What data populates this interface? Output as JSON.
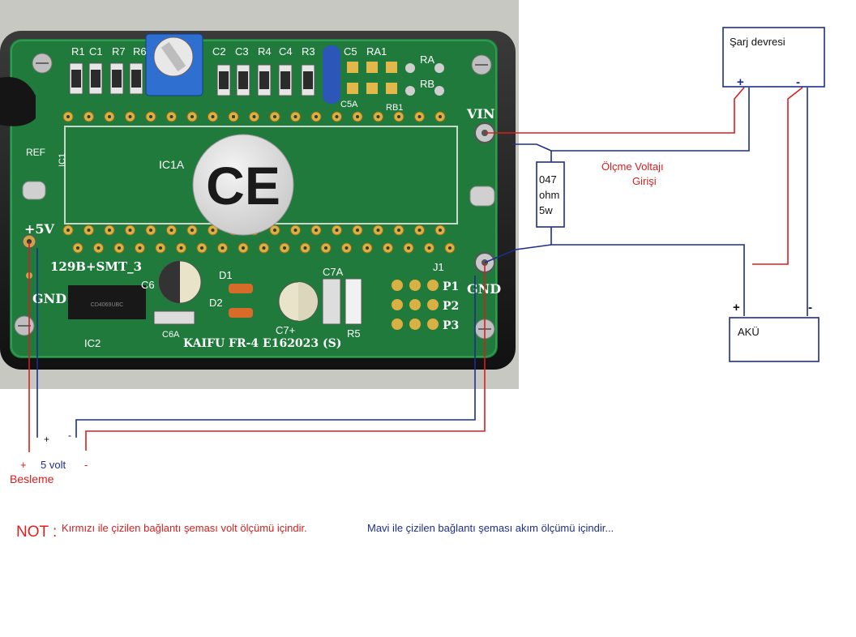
{
  "pcb": {
    "top_labels": [
      "R1",
      "C1",
      "R7",
      "R6",
      "C2",
      "C3",
      "R4",
      "C4",
      "R3",
      "C5",
      "RA1",
      "RA",
      "RB",
      "C5A",
      "RB1"
    ],
    "ic_label": "IC1A",
    "ic_side_label": "IC1",
    "ref_label": "REF",
    "vin_label": "VIN",
    "plus5v_label": "+5V",
    "gnd_left_label": "GND",
    "gnd_right_label": "GND",
    "model_label": "129B+SMT_3",
    "c6_label": "C6",
    "c6a_label": "C6A",
    "d1_label": "D1",
    "d2_label": "D2",
    "c7_label": "C7+",
    "c7a_label": "C7A",
    "r5_label": "R5",
    "ic2_label": "IC2",
    "j1_label": "J1",
    "p_labels": [
      "P1",
      "P2",
      "P3"
    ],
    "maker_label": "KAIFU  FR-4  E162023  (S)",
    "chip_text": "CD4069UBC",
    "ce_mark": "CE"
  },
  "charger": {
    "label": "Şarj devresi",
    "plus": "+",
    "minus": "-"
  },
  "resistor": {
    "line1": "047",
    "line2": "ohm",
    "line3": "5w"
  },
  "measure_label": {
    "line1": "Ölçme Voltajı",
    "line2": "Girişi"
  },
  "battery": {
    "label": "AKÜ",
    "plus": "+",
    "minus": "-"
  },
  "supply": {
    "plus_upper": "+",
    "minus_upper": "-",
    "plus_lower": "+",
    "volt": "5 volt",
    "minus_lower": "-",
    "besleme": "Besleme"
  },
  "note": {
    "prefix": "NOT :",
    "red_text": "Kırmızı ile çizilen bağlantı şeması volt ölçümü içindir.",
    "blue_text": "Mavi ile çizilen bağlantı şeması akım ölçümü içindir..."
  },
  "colors": {
    "red_wire": "#d81e1e",
    "blue_wire": "#1c2f8c",
    "note_red": "#e02020",
    "board_green": "#1f7a3c"
  }
}
